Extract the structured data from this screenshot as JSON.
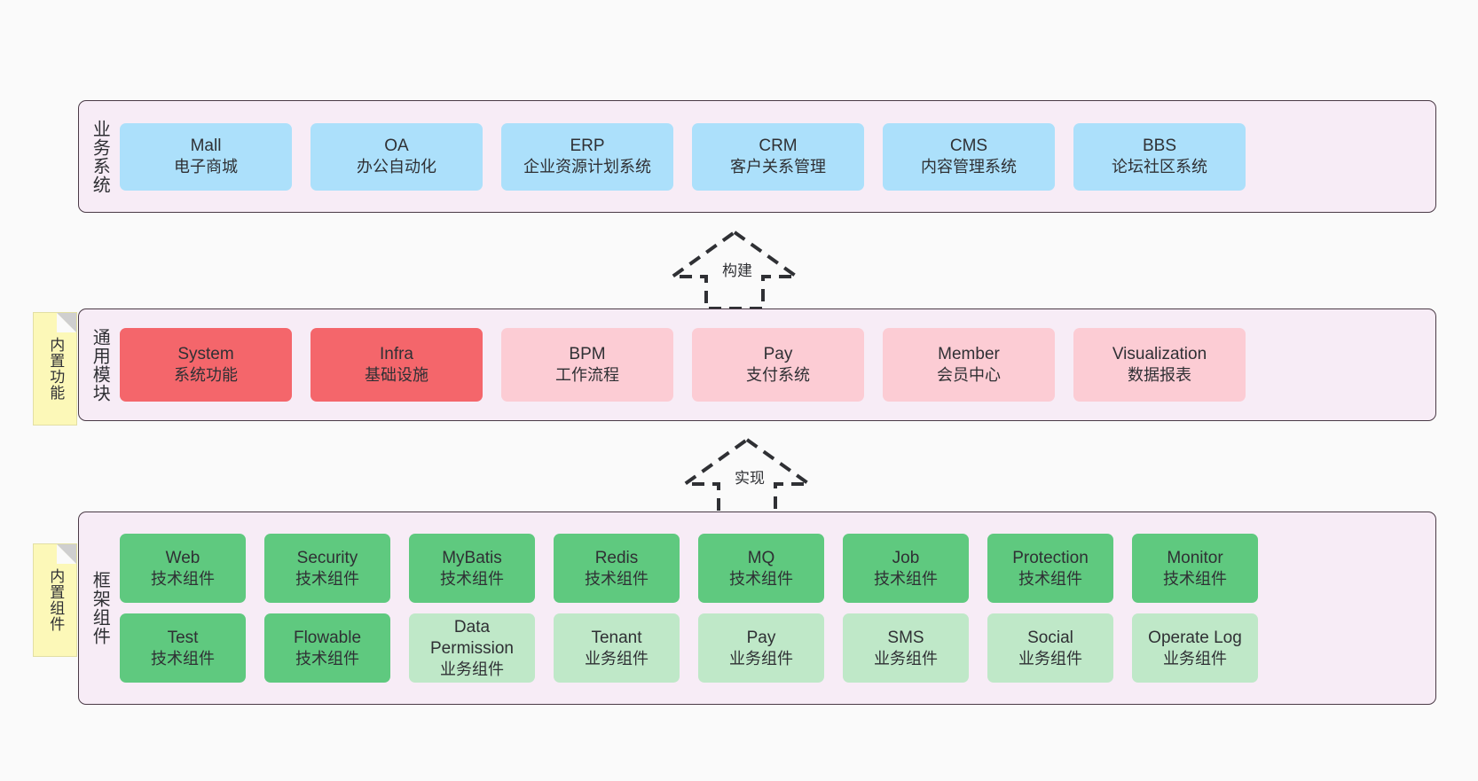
{
  "layers": [
    {
      "id": "business",
      "title": "业务系统",
      "rows": [
        [
          {
            "en": "Mall",
            "cn": "电子商城",
            "color": "c-blue"
          },
          {
            "en": "OA",
            "cn": "办公自动化",
            "color": "c-blue"
          },
          {
            "en": "ERP",
            "cn": "企业资源计划系统",
            "color": "c-blue"
          },
          {
            "en": "CRM",
            "cn": "客户关系管理",
            "color": "c-blue"
          },
          {
            "en": "CMS",
            "cn": "内容管理系统",
            "color": "c-blue"
          },
          {
            "en": "BBS",
            "cn": "论坛社区系统",
            "color": "c-blue"
          }
        ]
      ]
    },
    {
      "id": "modules",
      "title": "通用模块",
      "rows": [
        [
          {
            "en": "System",
            "cn": "系统功能",
            "color": "c-red"
          },
          {
            "en": "Infra",
            "cn": "基础设施",
            "color": "c-red"
          },
          {
            "en": "BPM",
            "cn": "工作流程",
            "color": "c-pink"
          },
          {
            "en": "Pay",
            "cn": "支付系统",
            "color": "c-pink"
          },
          {
            "en": "Member",
            "cn": "会员中心",
            "color": "c-pink"
          },
          {
            "en": "Visualization",
            "cn": "数据报表",
            "color": "c-pink"
          }
        ]
      ]
    },
    {
      "id": "framework",
      "title": "框架组件",
      "rows": [
        [
          {
            "en": "Web",
            "cn": "技术组件",
            "color": "c-green"
          },
          {
            "en": "Security",
            "cn": "技术组件",
            "color": "c-green"
          },
          {
            "en": "MyBatis",
            "cn": "技术组件",
            "color": "c-green"
          },
          {
            "en": "Redis",
            "cn": "技术组件",
            "color": "c-green"
          },
          {
            "en": "MQ",
            "cn": "技术组件",
            "color": "c-green"
          },
          {
            "en": "Job",
            "cn": "技术组件",
            "color": "c-green"
          },
          {
            "en": "Protection",
            "cn": "技术组件",
            "color": "c-green"
          },
          {
            "en": "Monitor",
            "cn": "技术组件",
            "color": "c-green"
          }
        ],
        [
          {
            "en": "Test",
            "cn": "技术组件",
            "color": "c-green"
          },
          {
            "en": "Flowable",
            "cn": "技术组件",
            "color": "c-green"
          },
          {
            "en": "Data Permission",
            "cn": "业务组件",
            "color": "c-lightgreen"
          },
          {
            "en": "Tenant",
            "cn": "业务组件",
            "color": "c-lightgreen"
          },
          {
            "en": "Pay",
            "cn": "业务组件",
            "color": "c-lightgreen"
          },
          {
            "en": "SMS",
            "cn": "业务组件",
            "color": "c-lightgreen"
          },
          {
            "en": "Social",
            "cn": "业务组件",
            "color": "c-lightgreen"
          },
          {
            "en": "Operate Log",
            "cn": "业务组件",
            "color": "c-lightgreen"
          }
        ]
      ]
    }
  ],
  "notes": [
    {
      "id": "functions",
      "label": "内置功能"
    },
    {
      "id": "components",
      "label": "内置组件"
    }
  ],
  "arrows": [
    {
      "id": "build",
      "label": "构建"
    },
    {
      "id": "impl",
      "label": "实现"
    }
  ],
  "colors": {
    "background": "#fafafa",
    "layer_fill": "#f7ecf6",
    "layer_border": "#4a3a46",
    "business_card": "#ace0fb",
    "module_core_card": "#f4666b",
    "module_card": "#fcccd4",
    "tech_component_card": "#5fc97f",
    "business_component_card": "#bfe8c8",
    "note_fill": "#fcf8b8",
    "text": "#2f3034"
  }
}
